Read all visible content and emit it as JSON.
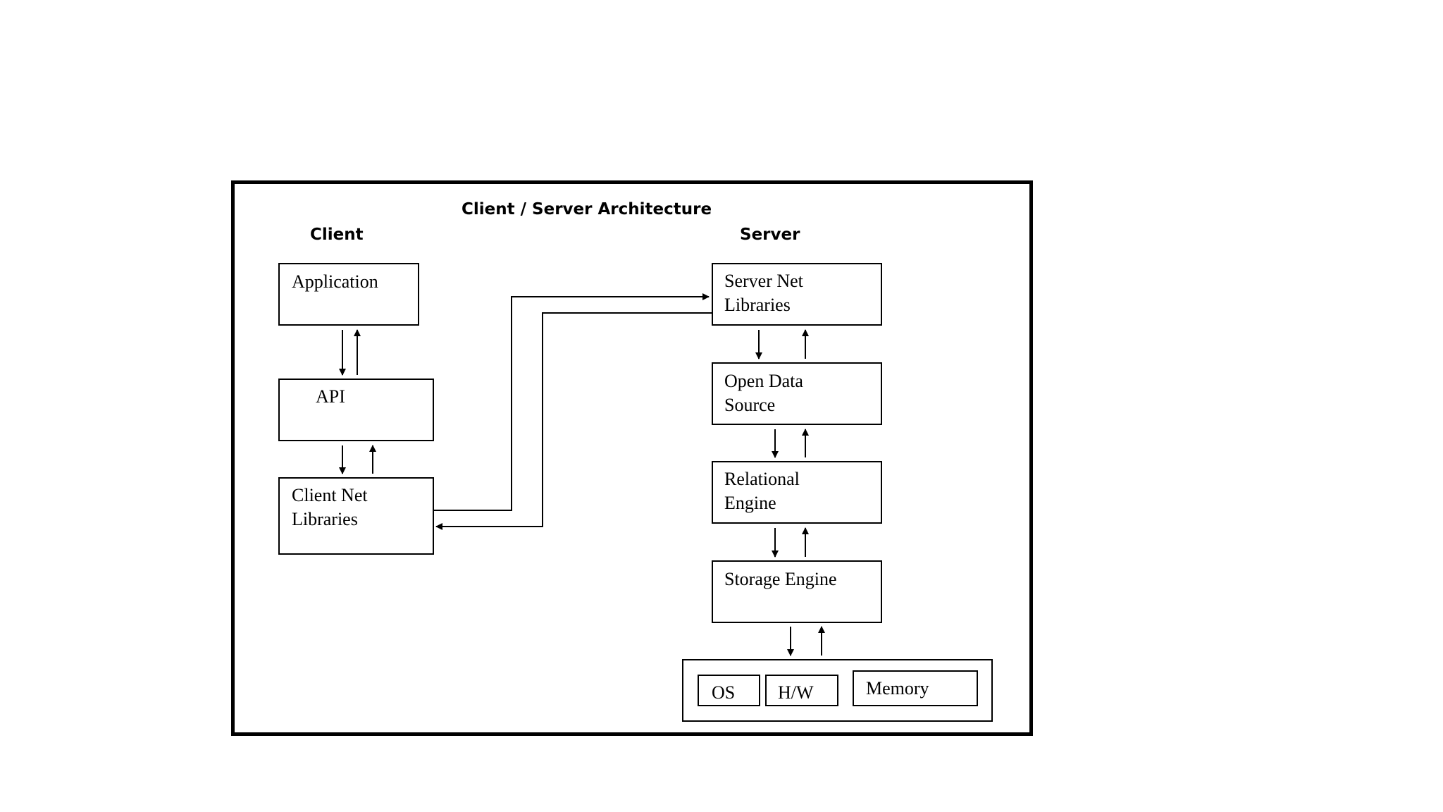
{
  "diagram": {
    "title": "Client / Server Architecture",
    "client_heading": "Client",
    "server_heading": "Server",
    "client_boxes": {
      "application": "Application",
      "api": "API",
      "client_net_libraries": "Client Net\nLibraries"
    },
    "server_boxes": {
      "server_net_libraries": "Server Net\nLibraries",
      "open_data_source": "Open Data\nSource",
      "relational_engine": "Relational\nEngine",
      "storage_engine": "Storage Engine"
    },
    "system_boxes": {
      "os": "OS",
      "hw": "H/W",
      "memory": "Memory"
    }
  }
}
